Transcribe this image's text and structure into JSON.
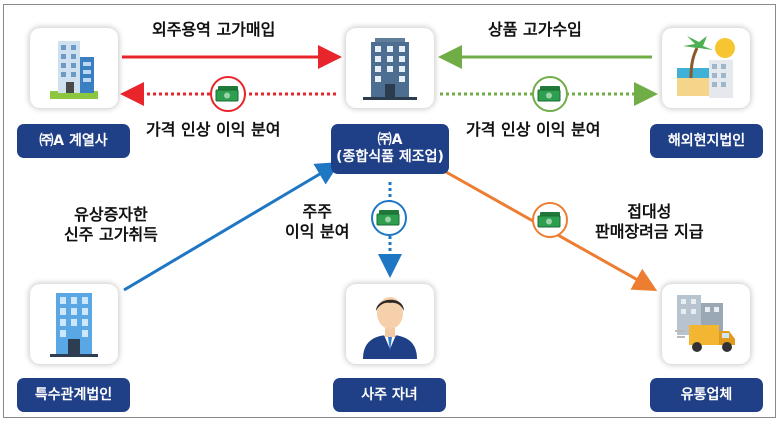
{
  "nodes": {
    "affiliate": {
      "label": "㈜A 계열사",
      "icon": "office-building-icon"
    },
    "company_a": {
      "label_line1": "㈜A",
      "label_line2": "(종합식품 제조업)",
      "icon": "office-building-icon"
    },
    "overseas": {
      "label": "해외현지법인",
      "icon": "tropical-beach-building-icon"
    },
    "special": {
      "label": "특수관계법인",
      "icon": "glass-tower-building-icon"
    },
    "owner_child": {
      "label": "사주 자녀",
      "icon": "businessman-avatar-icon"
    },
    "distributor": {
      "label": "유통업체",
      "icon": "delivery-truck-warehouse-icon"
    }
  },
  "flows": {
    "outsourcing": {
      "text": "외주용역 고가매입",
      "color": "#e8252b"
    },
    "profit_share_affiliate": {
      "text": "가격 인상 이익 분여",
      "color": "#e8252b"
    },
    "import": {
      "text": "상품 고가수입",
      "color": "#70ad47"
    },
    "profit_share_overseas": {
      "text": "가격 인상 이익 분여",
      "color": "#70ad47"
    },
    "new_shares_line1": {
      "text": "유상증자한"
    },
    "new_shares_line2": {
      "text": "신주 고가취득"
    },
    "new_shares": {
      "color": "#1f77c4"
    },
    "shareholder_line1": {
      "text": "주주"
    },
    "shareholder_line2": {
      "text": "이익 분여"
    },
    "shareholder": {
      "color": "#1f77c4"
    },
    "rebate_line1": {
      "text": "접대성"
    },
    "rebate_line2": {
      "text": "판매장려금 지급"
    },
    "rebate": {
      "color": "#ed7d31"
    }
  },
  "colors": {
    "label_bg": "#1f3f86",
    "frame": "#8a8a8a"
  }
}
